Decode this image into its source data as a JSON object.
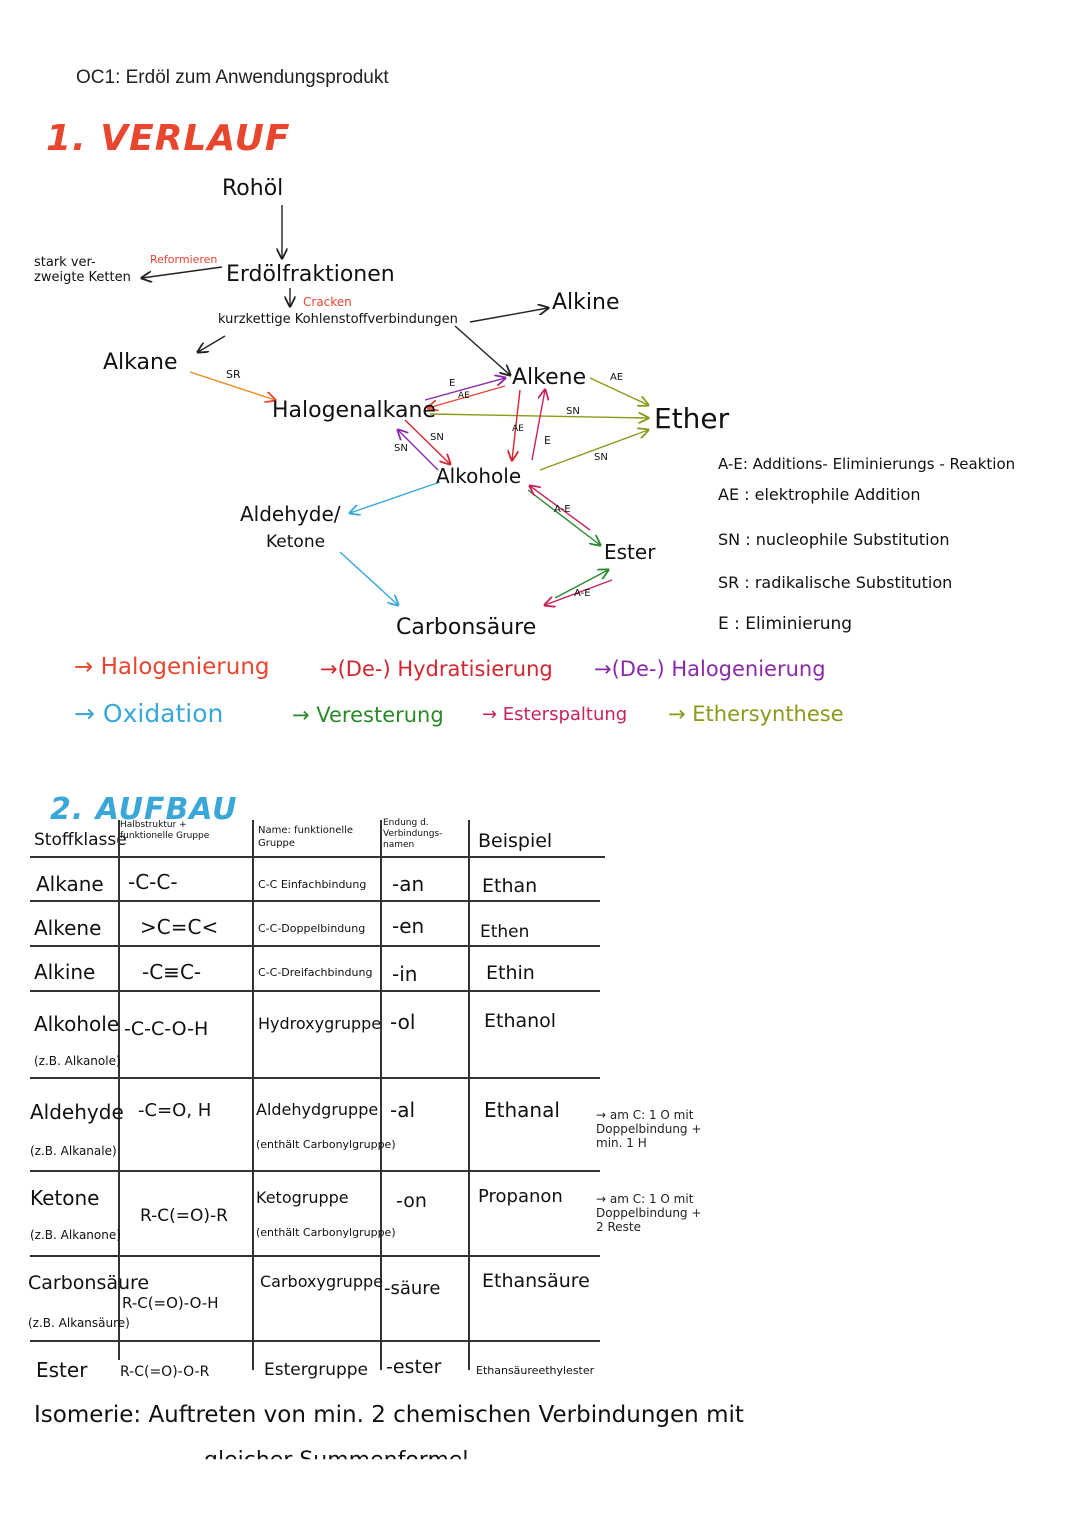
{
  "header": {
    "title": "OC1: Erdöl zum Anwendungsprodukt"
  },
  "section1": {
    "title": "1. VERLAUF",
    "nodes": {
      "rohoel": "Rohöl",
      "erdoelfraktionen": "Erdölfraktionen",
      "stark_verzweigt": "stark ver-\nzweigte Ketten",
      "reformieren": "Reformieren",
      "cracken": "Cracken",
      "kurzkettige": "kurzkettige Kohlenstoffverbindungen",
      "alkine": "Alkine",
      "alkane": "Alkane",
      "alkene": "Alkene",
      "halogenalkane": "Halogenalkane",
      "ether": "Ether",
      "alkohole": "Alkohole",
      "aldehyde": "Aldehyde/",
      "ketone": "Ketone",
      "ester": "Ester",
      "carbonsaeure": "Carbonsäure"
    },
    "edge_labels": {
      "sr": "SR",
      "e": "E",
      "ae1": "AE",
      "ae2": "AE",
      "ae3": "AE",
      "sn1": "SN",
      "sn2": "SN",
      "sn3": "SN",
      "sn4": "SN",
      "e2": "E",
      "ae_ester": "A-E",
      "ae_carb": "A-E"
    },
    "definitions": [
      "A-E: Additions- Eliminierungs - Reaktion",
      "AE : elektrophile Addition",
      "SN : nucleophile Substitution",
      "SR : radikalische Substitution",
      "E : Eliminierung"
    ],
    "legend": [
      {
        "text": "→ Halogenierung",
        "color": "#e8462f"
      },
      {
        "text": "→(De-) Hydratisierung",
        "color": "#d4262e"
      },
      {
        "text": "→(De-) Halogenierung",
        "color": "#8a2aa8"
      },
      {
        "text": "→ Oxidation",
        "color": "#39a8d8"
      },
      {
        "text": "→ Veresterung",
        "color": "#2a8a2a"
      },
      {
        "text": "→ Esterspaltung",
        "color": "#c8245a"
      },
      {
        "text": "→ Ethersynthese",
        "color": "#8a9a1a"
      }
    ],
    "colors": {
      "halogenierung": "#e8462f",
      "hydratisierung": "#d4262e",
      "dehalogenierung": "#8a2aa8",
      "oxidation": "#39a8d8",
      "veresterung": "#2a8a2a",
      "esterspaltung": "#c8245a",
      "ethersynthese": "#8a9a1a"
    }
  },
  "section2": {
    "title": "2. AUFBAU",
    "headers": {
      "stoffklasse": "Stoffklasse",
      "halbstruktur": "Halbstruktur +\nfunktionelle Gruppe",
      "name": "Name: funktionelle\nGruppe",
      "endung": "Endung d.\nVerbindungs-\nnamen",
      "beispiel": "Beispiel"
    },
    "rows": [
      {
        "klasse": "Alkane",
        "sub": "",
        "struktur": "-C-C-",
        "gruppe": "C-C Einfachbindung",
        "gruppe_sub": "",
        "endung": "-an",
        "beispiel": "Ethan"
      },
      {
        "klasse": "Alkene",
        "sub": "",
        "struktur": ">C=C<",
        "gruppe": "C-C-Doppelbindung",
        "gruppe_sub": "",
        "endung": "-en",
        "beispiel": "Ethen"
      },
      {
        "klasse": "Alkine",
        "sub": "",
        "struktur": "-C≡C-",
        "gruppe": "C-C-Dreifachbindung",
        "gruppe_sub": "",
        "endung": "-in",
        "beispiel": "Ethin"
      },
      {
        "klasse": "Alkohole",
        "sub": "(z.B. Alkanole)",
        "struktur": "-C-C-O-H",
        "gruppe": "Hydroxygruppe",
        "gruppe_sub": "",
        "endung": "-ol",
        "beispiel": "Ethanol"
      },
      {
        "klasse": "Aldehyde",
        "sub": "(z.B. Alkanale)",
        "struktur": "-C=O, H",
        "gruppe": "Aldehydgruppe",
        "gruppe_sub": "(enthält Carbonylgruppe)",
        "endung": "-al",
        "beispiel": "Ethanal"
      },
      {
        "klasse": "Ketone",
        "sub": "(z.B. Alkanone)",
        "struktur": "R-C(=O)-R",
        "gruppe": "Ketogruppe",
        "gruppe_sub": "(enthält Carbonylgruppe)",
        "endung": "-on",
        "beispiel": "Propanon"
      },
      {
        "klasse": "Carbonsäure",
        "sub": "(z.B. Alkansäure)",
        "struktur": "R-C(=O)-O-H",
        "gruppe": "Carboxygruppe",
        "gruppe_sub": "",
        "endung": "-säure",
        "beispiel": "Ethansäure"
      },
      {
        "klasse": "Ester",
        "sub": "",
        "struktur": "R-C(=O)-O-R",
        "gruppe": "Estergruppe",
        "gruppe_sub": "",
        "endung": "-ester",
        "beispiel": "Ethansäureethylester"
      }
    ],
    "notes": {
      "aldehyd": "→ am C: 1 O mit\nDoppelbindung +\nmin. 1 H",
      "keton": "→ am C: 1 O mit\nDoppelbindung +\n2 Reste"
    }
  },
  "section3": {
    "text": "Isomerie: Auftreten von min. 2 chemischen Verbindungen mit",
    "text_cut": "gleicher Summenformel"
  }
}
